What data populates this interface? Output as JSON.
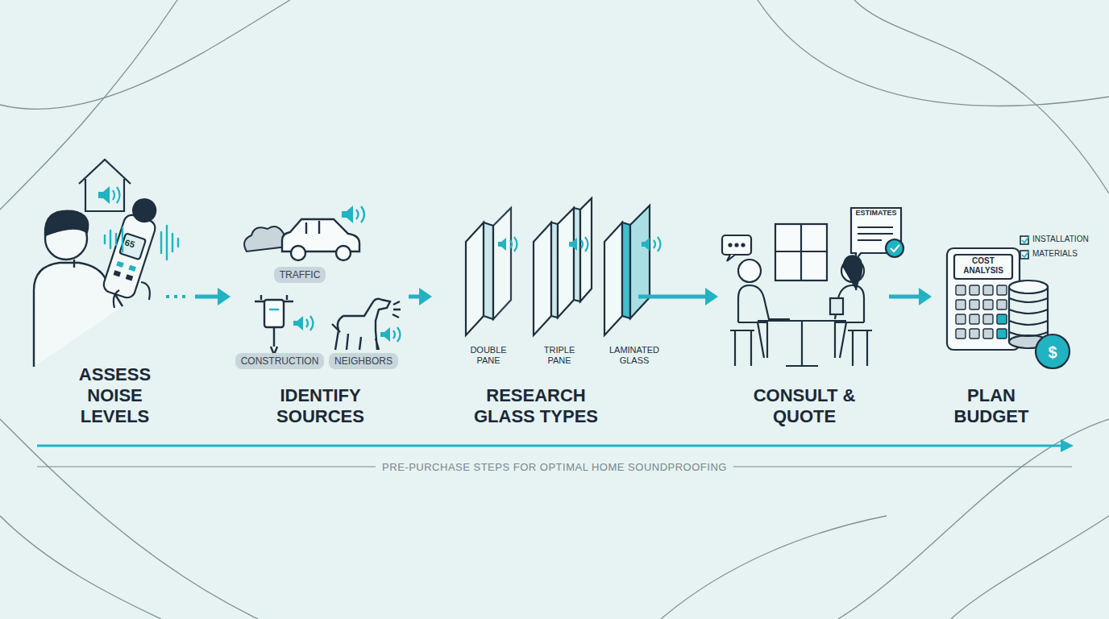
{
  "diagram": {
    "caption": "PRE-PURCHASE STEPS FOR OPTIMAL HOME SOUNDPROOFING",
    "nodes": [
      {
        "text": [
          "ASSESS NOISE LEVELS"
        ]
      },
      {
        "text": [
          "IDENTIFY SOURCES"
        ]
      },
      {
        "text": [
          "TRAFFIC"
        ],
        "in": 1
      },
      {
        "text": [
          "CONSTRUCTION"
        ],
        "in": 1
      },
      {
        "text": [
          "NEIGHBORS"
        ],
        "in": 1
      },
      {
        "text": [
          "RESEARCH GLASS TYPES"
        ]
      },
      {
        "text": [
          "CONSULT & QUOTE"
        ]
      },
      {
        "text": [
          "PLAN BUDGET"
        ]
      }
    ],
    "edges": [
      {
        "from": 0,
        "to": 1,
        "arrow": "to"
      },
      {
        "from": 1,
        "to": 5,
        "arrow": "to"
      },
      {
        "from": 5,
        "to": 6,
        "arrow": "to"
      },
      {
        "from": 6,
        "to": 7,
        "arrow": "to"
      }
    ],
    "labels": [
      "65",
      "DOUBLE PANE",
      "TRIPLE PANE",
      "LAMINATED GLASS",
      "ESTIMATES",
      "COST ANALYSIS",
      "INSTALLATION",
      "MATERIALS",
      "$"
    ]
  }
}
